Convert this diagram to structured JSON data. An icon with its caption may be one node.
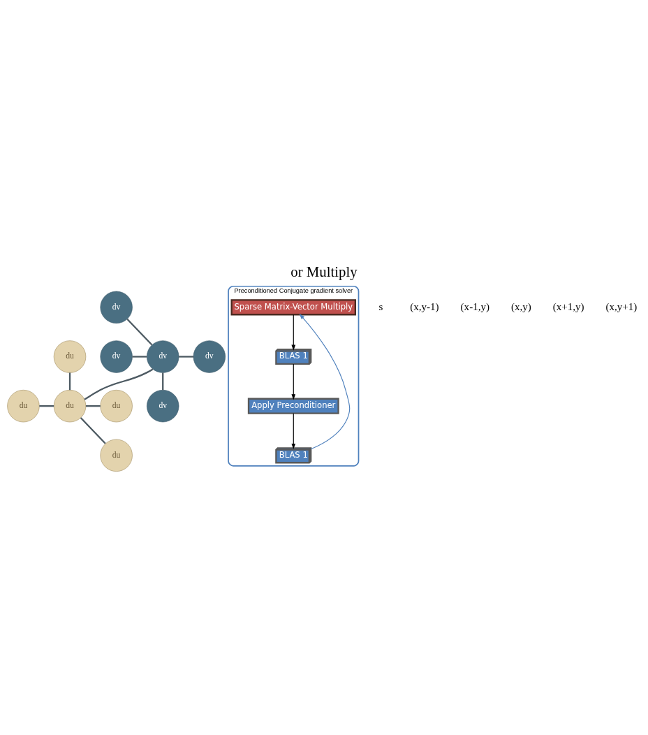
{
  "diagram": {
    "title": "or Multiply",
    "nodes": [
      {
        "text": [
          "dv"
        ]
      },
      {
        "text": [
          "du"
        ]
      },
      {
        "text": [
          "dv"
        ]
      },
      {
        "text": [
          "dv"
        ]
      },
      {
        "text": [
          "dv"
        ]
      },
      {
        "text": [
          "du"
        ]
      },
      {
        "text": [
          "du"
        ]
      },
      {
        "text": [
          "du"
        ]
      },
      {
        "text": [
          "dv"
        ]
      },
      {
        "text": [
          "du"
        ]
      },
      {
        "text": [
          "Preconditioned Conjugate gradient solver"
        ]
      },
      {
        "text": [
          "Sparse Matrix-Vector Multiply"
        ],
        "in": 10
      },
      {
        "text": [
          "BLAS 1"
        ],
        "in": 10
      },
      {
        "text": [
          "Apply Preconditioner"
        ],
        "in": 10
      },
      {
        "text": [
          "BLAS 1"
        ],
        "in": 10
      }
    ],
    "edges": [
      {
        "from": 0,
        "to": 3,
        "arrow": "none"
      },
      {
        "from": 3,
        "to": 8,
        "arrow": "none"
      },
      {
        "from": 2,
        "to": 3,
        "arrow": "none"
      },
      {
        "from": 3,
        "to": 4,
        "arrow": "none"
      },
      {
        "from": 1,
        "to": 6,
        "arrow": "none"
      },
      {
        "from": 6,
        "to": 9,
        "arrow": "none"
      },
      {
        "from": 5,
        "to": 6,
        "arrow": "none"
      },
      {
        "from": 6,
        "to": 7,
        "arrow": "none"
      },
      {
        "from": 6,
        "to": 3,
        "arrow": "none"
      },
      {
        "from": 11,
        "to": 12,
        "arrow": "to",
        "color": "#000000"
      },
      {
        "from": 12,
        "to": 13,
        "arrow": "to",
        "color": "#000000"
      },
      {
        "from": 13,
        "to": 14,
        "arrow": "to",
        "color": "#000000"
      },
      {
        "from": 14,
        "to": 11,
        "arrow": "to",
        "color": "#4f81bd"
      }
    ],
    "labels": [
      "s",
      "(x,y-1)",
      "(x-1,y)",
      "(x,y)",
      "(x+1,y)",
      "(x,y+1)"
    ]
  }
}
